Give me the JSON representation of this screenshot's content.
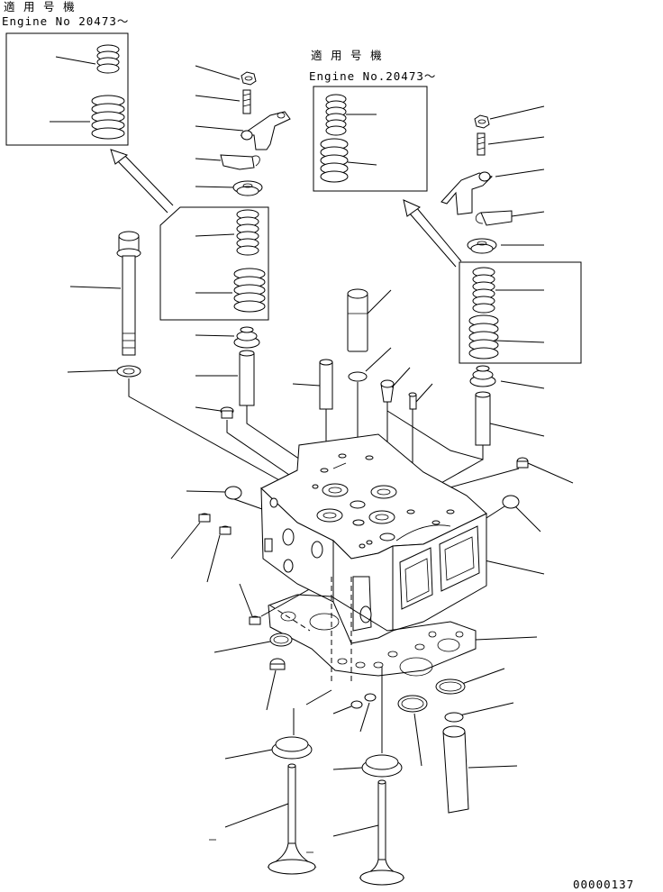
{
  "notes": {
    "left_applicability": "適 用 号 機",
    "left_engine": "Engine No 20473～",
    "right_applicability": "適 用 号 機",
    "right_engine": "Engine No.20473～"
  },
  "drawing_number": "00000137"
}
